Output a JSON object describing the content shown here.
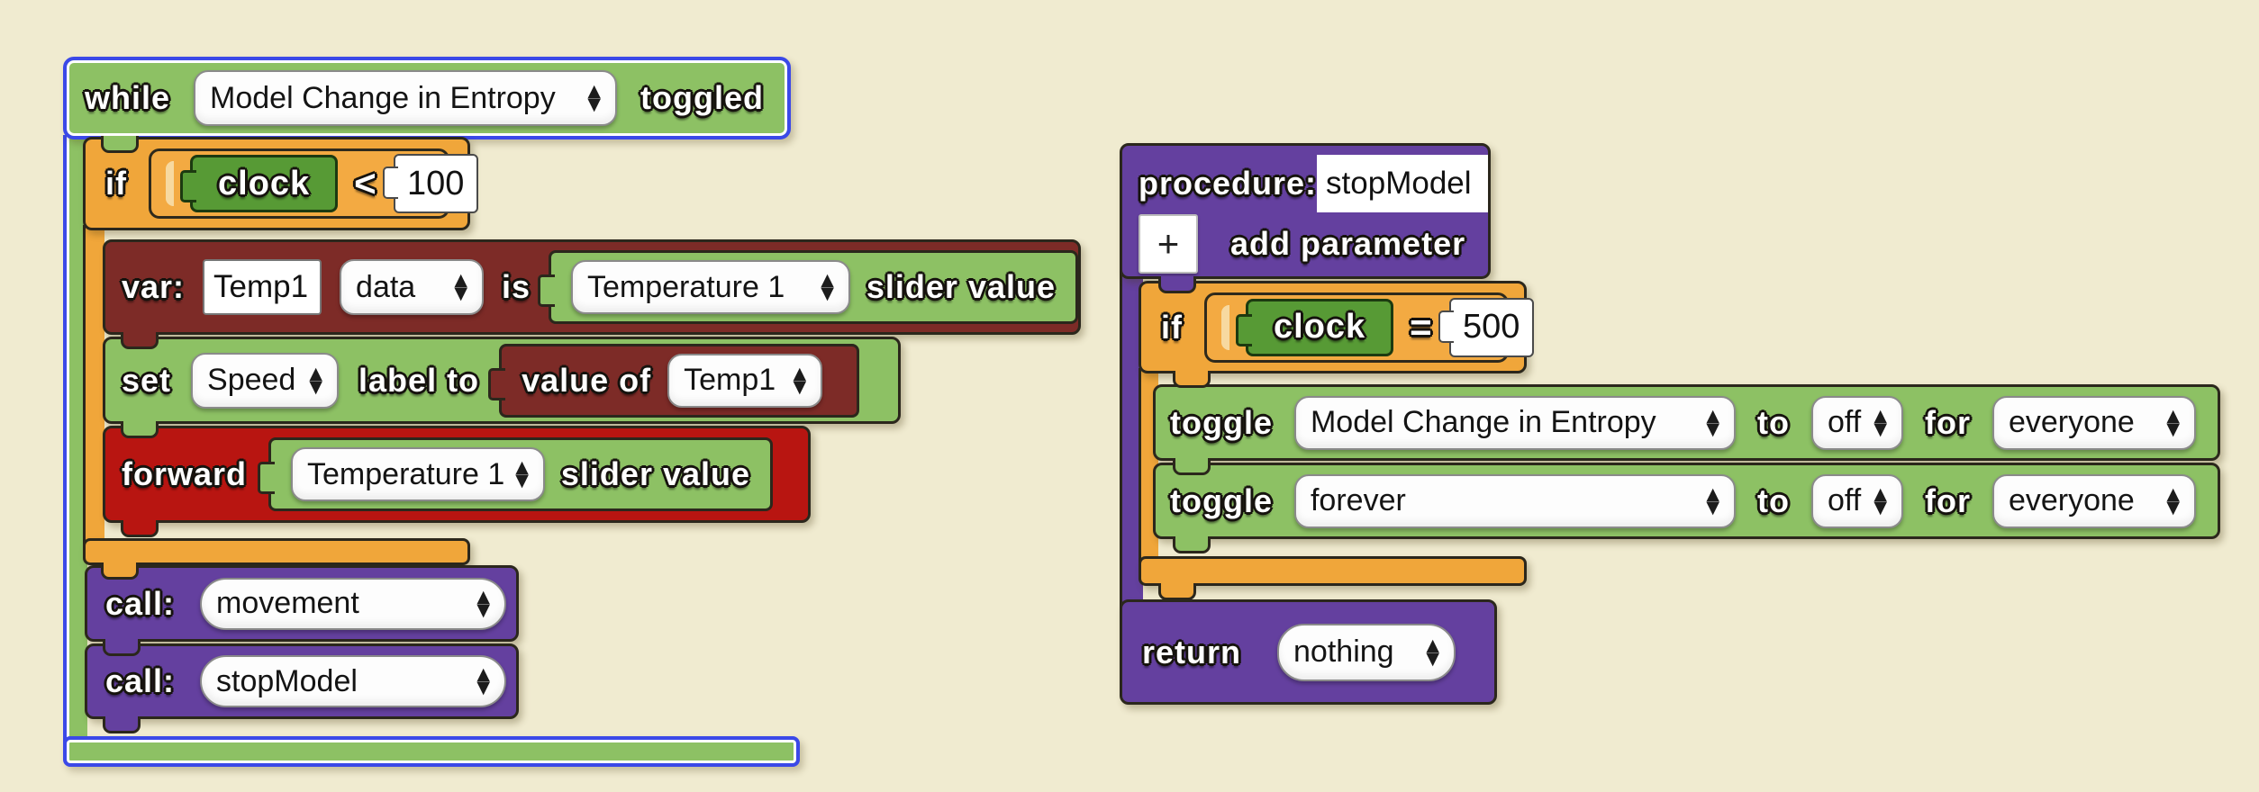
{
  "colors": {
    "background": "#f0ebd0",
    "green_block": "#8dc164",
    "dark_green_reporter": "#579a35",
    "orange_block": "#f0a63a",
    "maroon_block": "#7d2b27",
    "red_block": "#b81511",
    "purple_block": "#64409f",
    "selection_blue": "#3b49e8",
    "dropdown_bg": "#fdfdfd"
  },
  "left": {
    "while": {
      "keyword": "while",
      "model": "Model Change in Entropy",
      "suffix": "toggled"
    },
    "if": {
      "keyword": "if",
      "reporter": "clock",
      "operator": "<",
      "value": "100"
    },
    "var": {
      "keyword": "var:",
      "name": "Temp1",
      "type": "data",
      "is": "is",
      "slider": "Temperature 1",
      "slider_suffix": "slider value"
    },
    "set": {
      "keyword": "set",
      "target": "Speed",
      "label_to": "label to",
      "value_of": "value of",
      "source": "Temp1"
    },
    "forward": {
      "keyword": "forward",
      "slider": "Temperature 1",
      "slider_suffix": "slider value"
    },
    "calls": [
      {
        "keyword": "call:",
        "procedure": "movement"
      },
      {
        "keyword": "call:",
        "procedure": "stopModel"
      }
    ]
  },
  "right": {
    "procedure": {
      "keyword": "procedure:",
      "name": "stopModel",
      "add_button": "+",
      "add_label": "add parameter"
    },
    "if": {
      "keyword": "if",
      "reporter": "clock",
      "operator": "=",
      "value": "500"
    },
    "toggles": [
      {
        "keyword": "toggle",
        "target": "Model Change in Entropy",
        "to": "to",
        "state": "off",
        "for": "for",
        "audience": "everyone"
      },
      {
        "keyword": "toggle",
        "target": "forever",
        "to": "to",
        "state": "off",
        "for": "for",
        "audience": "everyone"
      }
    ],
    "return": {
      "keyword": "return",
      "value": "nothing"
    }
  }
}
